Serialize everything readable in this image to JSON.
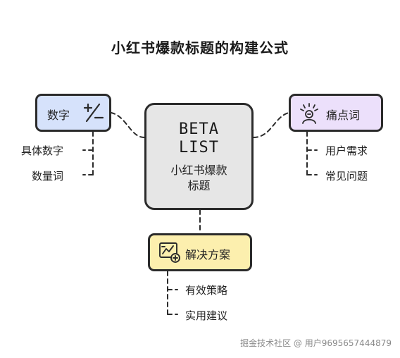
{
  "title": "小红书爆款标题的构建公式",
  "center": {
    "logo_line1": "BETA",
    "logo_line2": "LIST",
    "label_line1": "小红书爆款",
    "label_line2": "标题"
  },
  "left_node": {
    "label": "数字",
    "icon": "plus-minus-icon",
    "color": "#d6e2fb",
    "items": [
      "具体数字",
      "数量词"
    ]
  },
  "right_node": {
    "label": "痛点词",
    "icon": "person-alert-icon",
    "color": "#ece0fb",
    "items": [
      "用户需求",
      "常见问题"
    ]
  },
  "bottom_node": {
    "label": "解决方案",
    "icon": "chart-plus-icon",
    "color": "#fcefae",
    "items": [
      "有效策略",
      "实用建议"
    ]
  },
  "watermark": "掘金技术社区 @ 用户9695657444879"
}
